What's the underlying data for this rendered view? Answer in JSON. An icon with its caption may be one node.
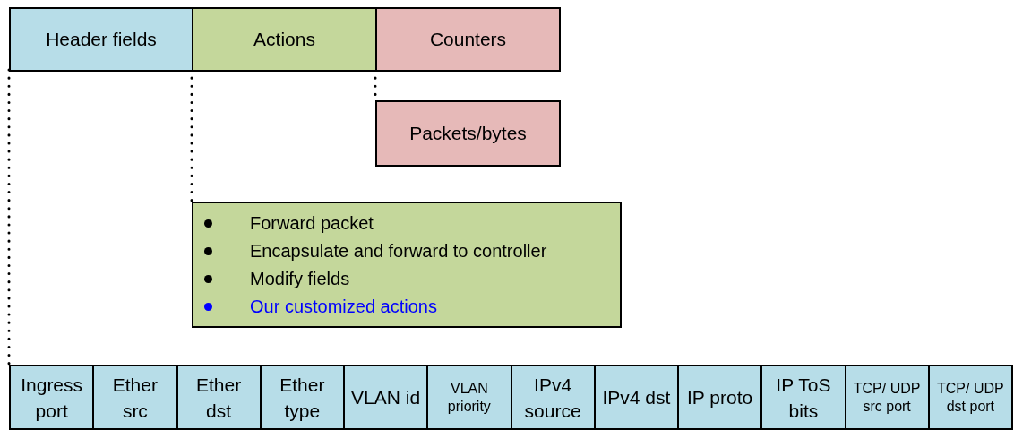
{
  "diagram": {
    "nodes": [
      {
        "text": [
          "Header fields"
        ]
      },
      {
        "text": [
          "Actions"
        ]
      },
      {
        "text": [
          "Counters"
        ]
      },
      {
        "text": [
          "Packets/bytes"
        ]
      },
      {
        "text": [
          "Forward packet",
          "Encapsulate and forward to controller",
          "Modify fields",
          "Our customized actions"
        ]
      },
      {
        "text": [
          "Ingress port"
        ]
      },
      {
        "text": [
          "Ether src"
        ]
      },
      {
        "text": [
          "Ether dst"
        ]
      },
      {
        "text": [
          "Ether type"
        ]
      },
      {
        "text": [
          "VLAN id"
        ]
      },
      {
        "text": [
          "VLAN priority"
        ]
      },
      {
        "text": [
          "IPv4 source"
        ]
      },
      {
        "text": [
          "IPv4 dst"
        ]
      },
      {
        "text": [
          "IP proto"
        ]
      },
      {
        "text": [
          "IP ToS bits"
        ]
      },
      {
        "text": [
          "TCP/ UDP src port"
        ]
      },
      {
        "text": [
          "TCP/ UDP dst port"
        ]
      }
    ],
    "edges": [
      {
        "from": 0,
        "to": 5,
        "arrow": "none",
        "style": "dashed"
      },
      {
        "from": 1,
        "to": 4,
        "arrow": "none",
        "style": "dashed"
      },
      {
        "from": 2,
        "to": 3,
        "arrow": "none",
        "style": "dashed"
      }
    ]
  }
}
